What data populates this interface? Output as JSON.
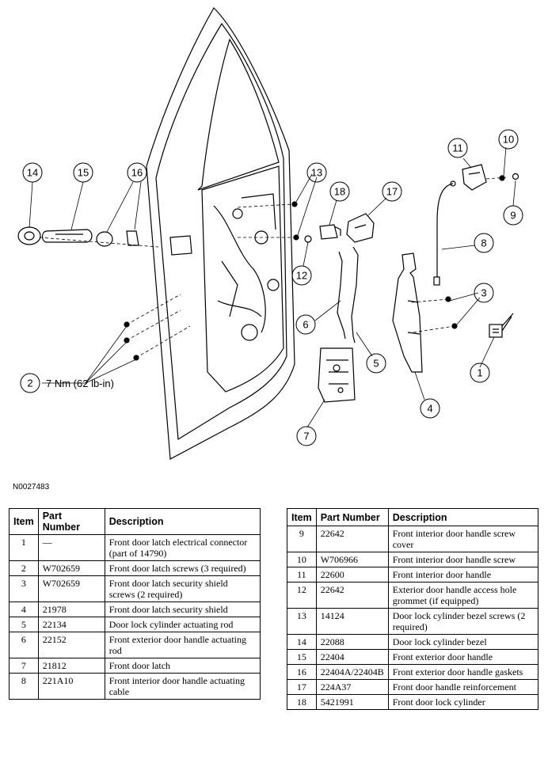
{
  "figure_id": "N0027483",
  "callouts": {
    "c1": "1",
    "c2": "2",
    "c3": "3",
    "c4": "4",
    "c5": "5",
    "c6": "6",
    "c7": "7",
    "c8": "8",
    "c9": "9",
    "c10": "10",
    "c11": "11",
    "c12": "12",
    "c13": "13",
    "c14": "14",
    "c15": "15",
    "c16": "16",
    "c17": "17",
    "c18": "18"
  },
  "torque_note": "7 Nm (62 lb-in)",
  "table_headers": {
    "item": "Item",
    "part_number": "Part Number",
    "description": "Description"
  },
  "parts_left": [
    {
      "item": "1",
      "part_number": "—",
      "description": "Front door latch electrical connector (part of 14790)"
    },
    {
      "item": "2",
      "part_number": "W702659",
      "description": "Front door latch screws (3 required)"
    },
    {
      "item": "3",
      "part_number": "W702659",
      "description": "Front door latch security shield screws (2 required)"
    },
    {
      "item": "4",
      "part_number": "21978",
      "description": "Front door latch security shield"
    },
    {
      "item": "5",
      "part_number": "22134",
      "description": "Door lock cylinder actuating rod"
    },
    {
      "item": "6",
      "part_number": "22152",
      "description": "Front exterior door handle actuating rod"
    },
    {
      "item": "7",
      "part_number": "21812",
      "description": "Front door latch"
    },
    {
      "item": "8",
      "part_number": "221A10",
      "description": "Front interior door handle actuating cable"
    }
  ],
  "parts_right": [
    {
      "item": "9",
      "part_number": "22642",
      "description": "Front interior door handle screw cover"
    },
    {
      "item": "10",
      "part_number": "W706966",
      "description": "Front interior door handle screw"
    },
    {
      "item": "11",
      "part_number": "22600",
      "description": "Front interior door handle"
    },
    {
      "item": "12",
      "part_number": "22642",
      "description": "Exterior door handle access hole grommet (if equipped)"
    },
    {
      "item": "13",
      "part_number": "14124",
      "description": "Door lock cylinder bezel screws (2 required)"
    },
    {
      "item": "14",
      "part_number": "22088",
      "description": "Door lock cylinder bezel"
    },
    {
      "item": "15",
      "part_number": "22404",
      "description": "Front exterior door handle"
    },
    {
      "item": "16",
      "part_number": "22404A/22404B",
      "description": "Front exterior door handle gaskets"
    },
    {
      "item": "17",
      "part_number": "224A37",
      "description": "Front door handle reinforcement"
    },
    {
      "item": "18",
      "part_number": "5421991",
      "description": "Front door lock cylinder"
    }
  ]
}
